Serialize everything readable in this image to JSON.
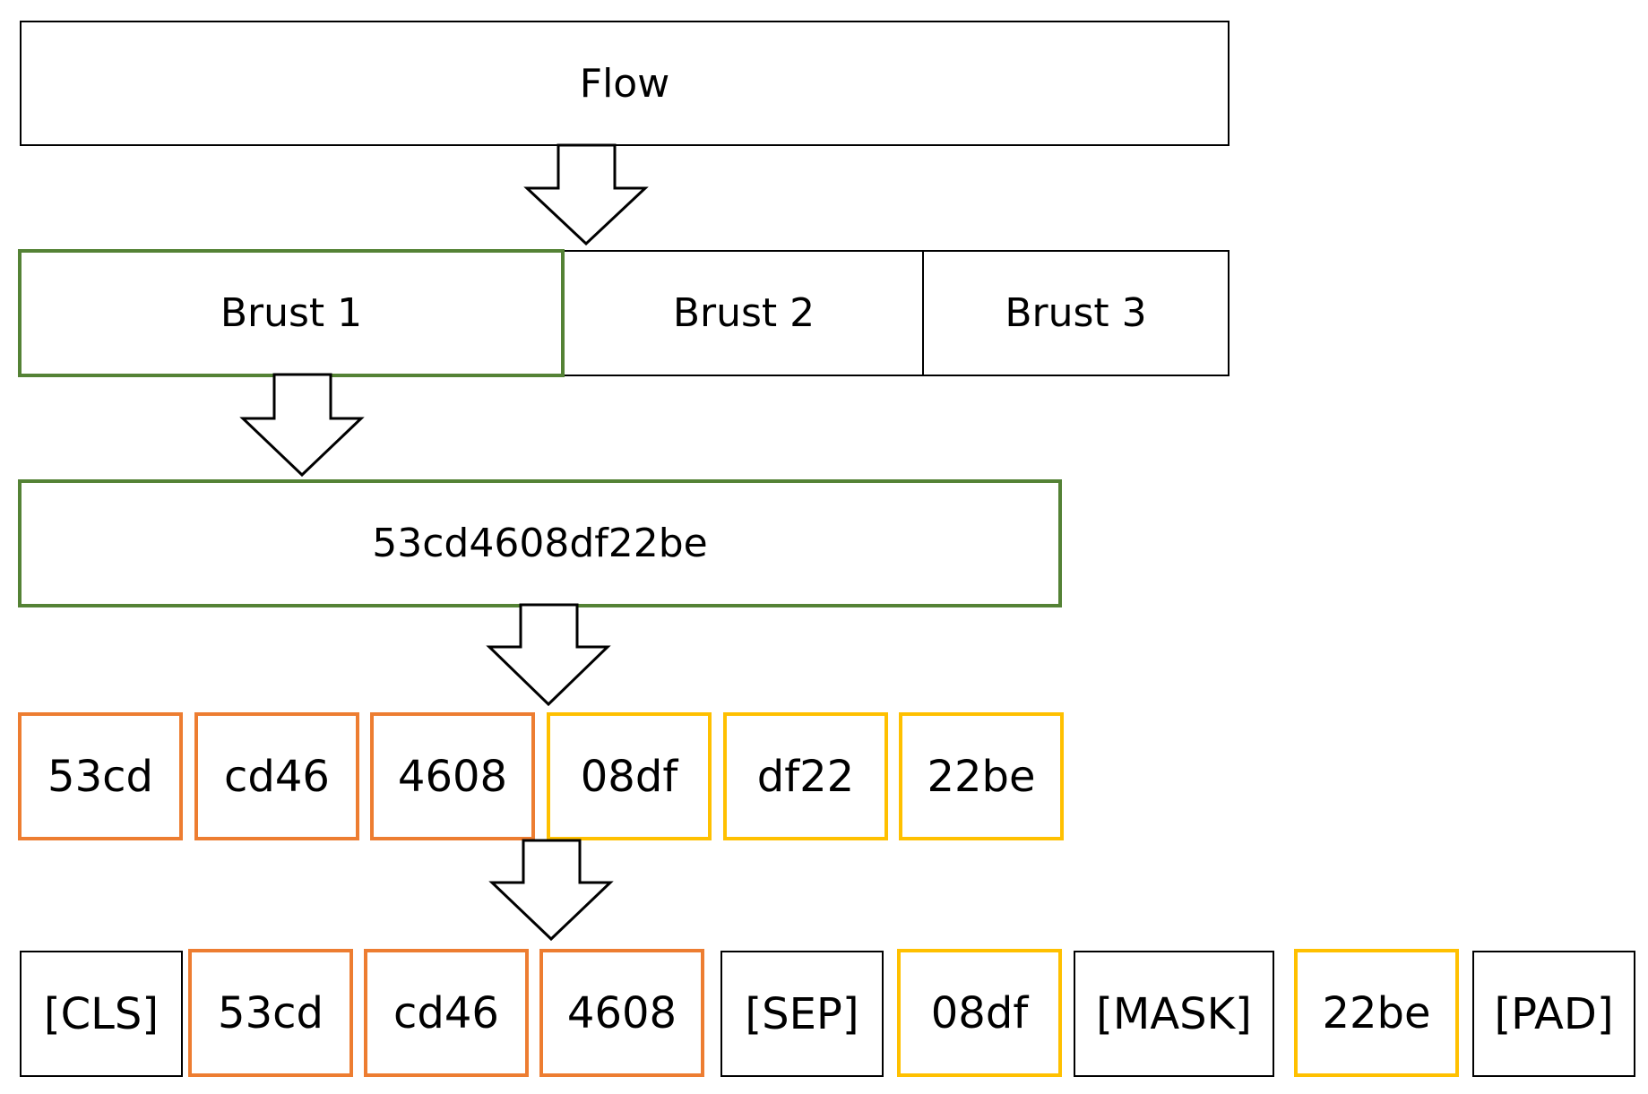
{
  "flow": {
    "label": "Flow"
  },
  "bursts": [
    {
      "label": "Brust 1"
    },
    {
      "label": "Brust 2"
    },
    {
      "label": "Brust 3"
    }
  ],
  "hex": {
    "label": "53cd4608df22be"
  },
  "bigrams": [
    "53cd",
    "cd46",
    "4608",
    "08df",
    "df22",
    "22be"
  ],
  "tokens": [
    "[CLS]",
    "53cd",
    "cd46",
    "4608",
    "[SEP]",
    "08df",
    "[MASK]",
    "22be",
    "[PAD]"
  ],
  "colors": {
    "green": "#548235",
    "orange": "#ed7d31",
    "gold": "#ffc000",
    "black": "#000000"
  }
}
